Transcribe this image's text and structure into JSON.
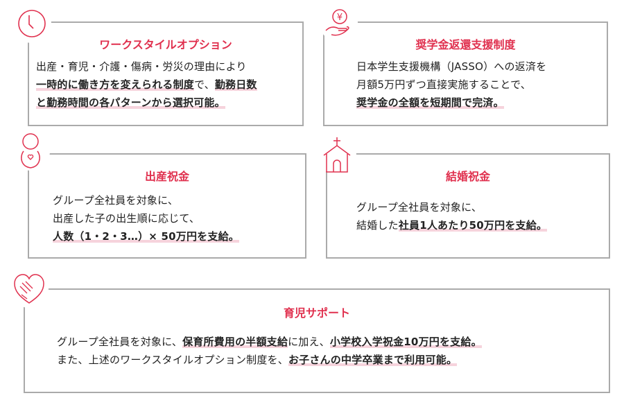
{
  "colors": {
    "accent": "#e0304e",
    "border": "#aaaaaa",
    "highlight": "#f6d3dc"
  },
  "cards": [
    {
      "icon": "clock-icon",
      "title": "ワークスタイルオプション",
      "lines": [
        [
          {
            "t": "出産・育児・介護・傷病・労災の理由により",
            "b": false
          }
        ],
        [
          {
            "t": "一時的に働き方を変えられる制度",
            "b": true
          },
          {
            "t": "で、",
            "b": false
          },
          {
            "t": "勤務日数",
            "b": true
          }
        ],
        [
          {
            "t": "と勤務時間の各パターンから選択可能。",
            "b": true
          }
        ]
      ]
    },
    {
      "icon": "yen-hand-icon",
      "title": "奨学金返還支援制度",
      "lines": [
        [
          {
            "t": "日本学生支援機構（JASSO）への返済を",
            "b": false
          }
        ],
        [
          {
            "t": "月額5万円ずつ直接実施することで、",
            "b": false
          }
        ],
        [
          {
            "t": "奨学金の全額を短期間で完済。",
            "b": true
          }
        ]
      ]
    },
    {
      "icon": "baby-icon",
      "title": "出産祝金",
      "lines": [
        [
          {
            "t": "グループ全社員を対象に、",
            "b": false
          }
        ],
        [
          {
            "t": "出産した子の出生順に応じて、",
            "b": false
          }
        ],
        [
          {
            "t": "人数（1・2・3…）× 50万円を支給。",
            "b": true
          }
        ]
      ]
    },
    {
      "icon": "church-icon",
      "title": "結婚祝金",
      "lines": [
        [
          {
            "t": "グループ全社員を対象に、",
            "b": false
          }
        ],
        [
          {
            "t": "結婚した",
            "b": false
          },
          {
            "t": "社員1人あたり50万円を支給。",
            "b": true
          }
        ]
      ]
    },
    {
      "icon": "heart-hands-icon",
      "title": "育児サポート",
      "lines": [
        [
          {
            "t": "グループ全社員を対象に、",
            "b": false
          },
          {
            "t": "保育所費用の半額支給",
            "b": true
          },
          {
            "t": "に加え、",
            "b": false
          },
          {
            "t": "小学校入学祝金10万円を支給。",
            "b": true
          }
        ],
        [
          {
            "t": "また、上述のワークスタイルオプション制度を、",
            "b": false
          },
          {
            "t": "お子さんの中学卒業まで利用可能。",
            "b": true
          }
        ]
      ]
    }
  ]
}
